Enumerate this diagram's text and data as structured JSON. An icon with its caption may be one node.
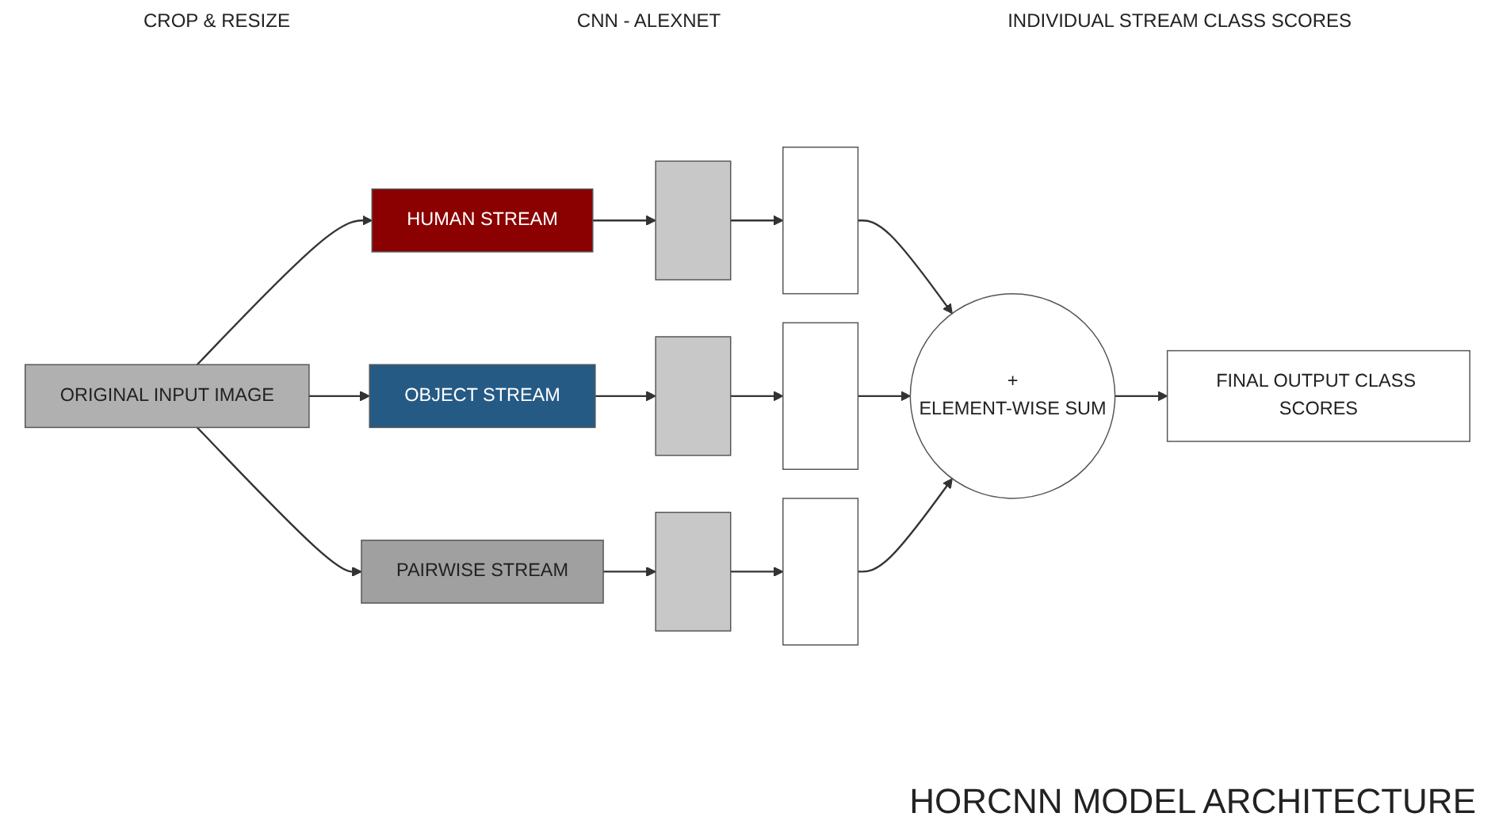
{
  "diagram": {
    "title": "HORCNN MODEL ARCHITECTURE",
    "nodes": [
      {
        "text": [
          "ORIGINAL INPUT IMAGE"
        ]
      },
      {
        "text": [
          "HUMAN STREAM"
        ]
      },
      {
        "text": [
          "OBJECT STREAM"
        ]
      },
      {
        "text": [
          "PAIRWISE STREAM"
        ]
      },
      {
        "text": [],
        "shape": "box"
      },
      {
        "text": [],
        "shape": "box"
      },
      {
        "text": [],
        "shape": "box"
      },
      {
        "text": [],
        "shape": "bar"
      },
      {
        "text": [],
        "shape": "bar"
      },
      {
        "text": [],
        "shape": "bar"
      },
      {
        "text": [
          "+",
          "ELEMENT-WISE SUM"
        ]
      },
      {
        "text": [
          "FINAL OUTPUT CLASS SCORES"
        ]
      }
    ],
    "edges": [
      {
        "from": 0,
        "to": 1,
        "arrow": "to"
      },
      {
        "from": 0,
        "to": 2,
        "arrow": "to"
      },
      {
        "from": 0,
        "to": 3,
        "arrow": "to"
      },
      {
        "from": 1,
        "to": 4,
        "arrow": "to"
      },
      {
        "from": 2,
        "to": 5,
        "arrow": "to"
      },
      {
        "from": 3,
        "to": 6,
        "arrow": "to"
      },
      {
        "from": 4,
        "to": 7,
        "arrow": "to"
      },
      {
        "from": 5,
        "to": 8,
        "arrow": "to"
      },
      {
        "from": 6,
        "to": 9,
        "arrow": "to"
      },
      {
        "from": 7,
        "to": 10,
        "arrow": "to"
      },
      {
        "from": 8,
        "to": 10,
        "arrow": "to"
      },
      {
        "from": 9,
        "to": 10,
        "arrow": "to"
      },
      {
        "from": 10,
        "to": 11,
        "arrow": "to"
      }
    ],
    "labels": [
      "CROP & RESIZE",
      "CNN - ALEXNET",
      "INDIVIDUAL STREAM CLASS SCORES"
    ]
  }
}
